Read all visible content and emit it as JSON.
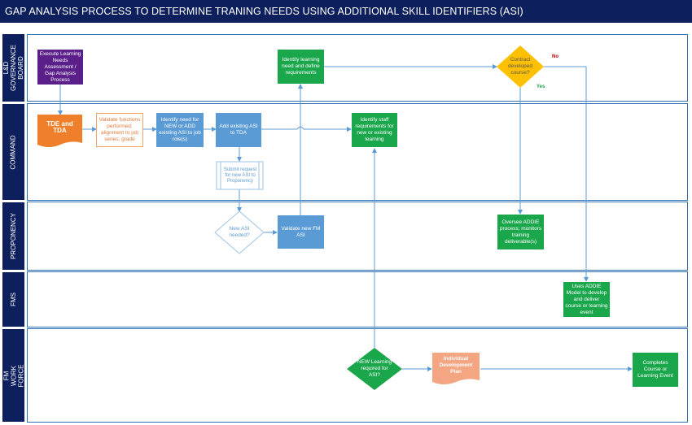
{
  "title": "GAP ANALYSIS PROCESS TO DETERMINE TRANING NEEDS USING ADDITIONAL SKILL IDENTIFIERS (ASI)",
  "lanes": {
    "ld_board": "L&D GOVERNANCE BOARD",
    "command": "COMMAND",
    "proponency": "PROPONENCY",
    "fms": "FMS",
    "fm_work_force": "FM WORK FORCE"
  },
  "nodes": {
    "execute_tna": "Execute Learning Needs Assessment / Gap Analysis Process",
    "identify_learning_need": "Identify learning need and define requirements",
    "contract_course": "Contract developed course?",
    "tde_tda": "TDE and TDA",
    "validate_functions": "Validate functions performed; alignment to job series; grade",
    "identify_need_asi": "Identify need for NEW or ADD existing ASI to job role(s)",
    "add_existing_asi": "Add existing ASI to TDA",
    "identify_staff_req": "Identify staff requirements for new or existing learning",
    "submit_request": "Submit request for new ASI to Proponency",
    "new_asi_needed": "New ASI needed?",
    "validate_new_asi": "Validate new FM ASI",
    "oversee_addie": "Oversee ADDIE process; monitors training deliverable(s)",
    "uses_addie": "Uses ADDIE Model to develop and deliver course or learning event",
    "new_learning_required": "NEW Learning required for ASI?",
    "idp": "Individual Development Plan",
    "completes_course": "Completes Course or Learning Event"
  },
  "labels": {
    "no": "No",
    "yes": "Yes"
  },
  "colors": {
    "header": "#0d1f5c",
    "lane_border": "#2e6fb3",
    "connector": "#5b9bd5",
    "purple": "#5b1f8a",
    "green": "#1aa64b",
    "blue": "#5b9bd5",
    "orange": "#f07f2c",
    "idp_orange": "#f4a582",
    "yellow": "#ffc000"
  }
}
